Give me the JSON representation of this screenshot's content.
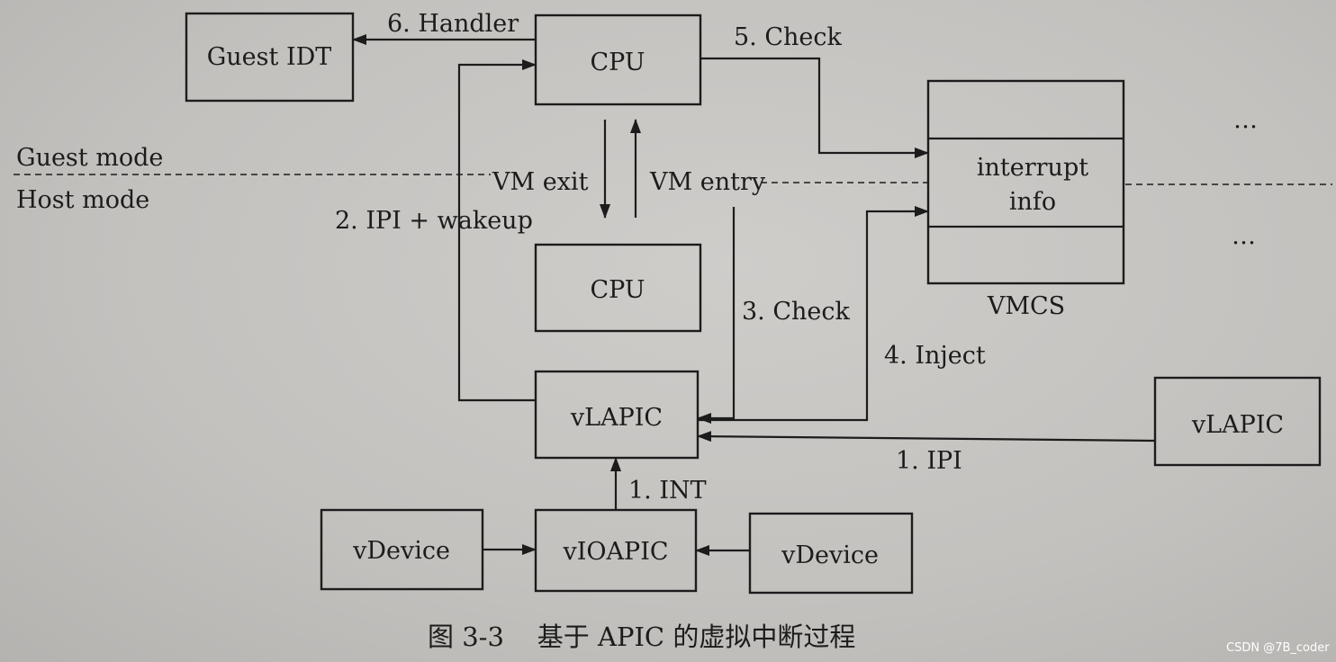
{
  "boxes": {
    "guest_idt": "Guest IDT",
    "cpu_guest": "CPU",
    "cpu_host": "CPU",
    "vmcs_interrupt_info": "interrupt\ninfo",
    "vlapic_main": "vLAPIC",
    "vlapic_remote": "vLAPIC",
    "vdevice_left": "vDevice",
    "vioapic": "vIOAPIC",
    "vdevice_right": "vDevice"
  },
  "labels": {
    "handler": "6. Handler",
    "check5": "5. Check",
    "guest_mode": "Guest mode",
    "host_mode": "Host mode",
    "vm_exit": "VM exit",
    "vm_entry": "VM entry",
    "ipi_wakeup": "2. IPI + wakeup",
    "check3": "3. Check",
    "inject": "4. Inject",
    "ipi1": "1. IPI",
    "int1": "1. INT",
    "vmcs": "VMCS",
    "ellipsis_top": "…",
    "ellipsis_bottom": "…"
  },
  "caption": "图 3-3    基于 APIC 的虚拟中断过程",
  "watermark": "CSDN @7B_coder"
}
